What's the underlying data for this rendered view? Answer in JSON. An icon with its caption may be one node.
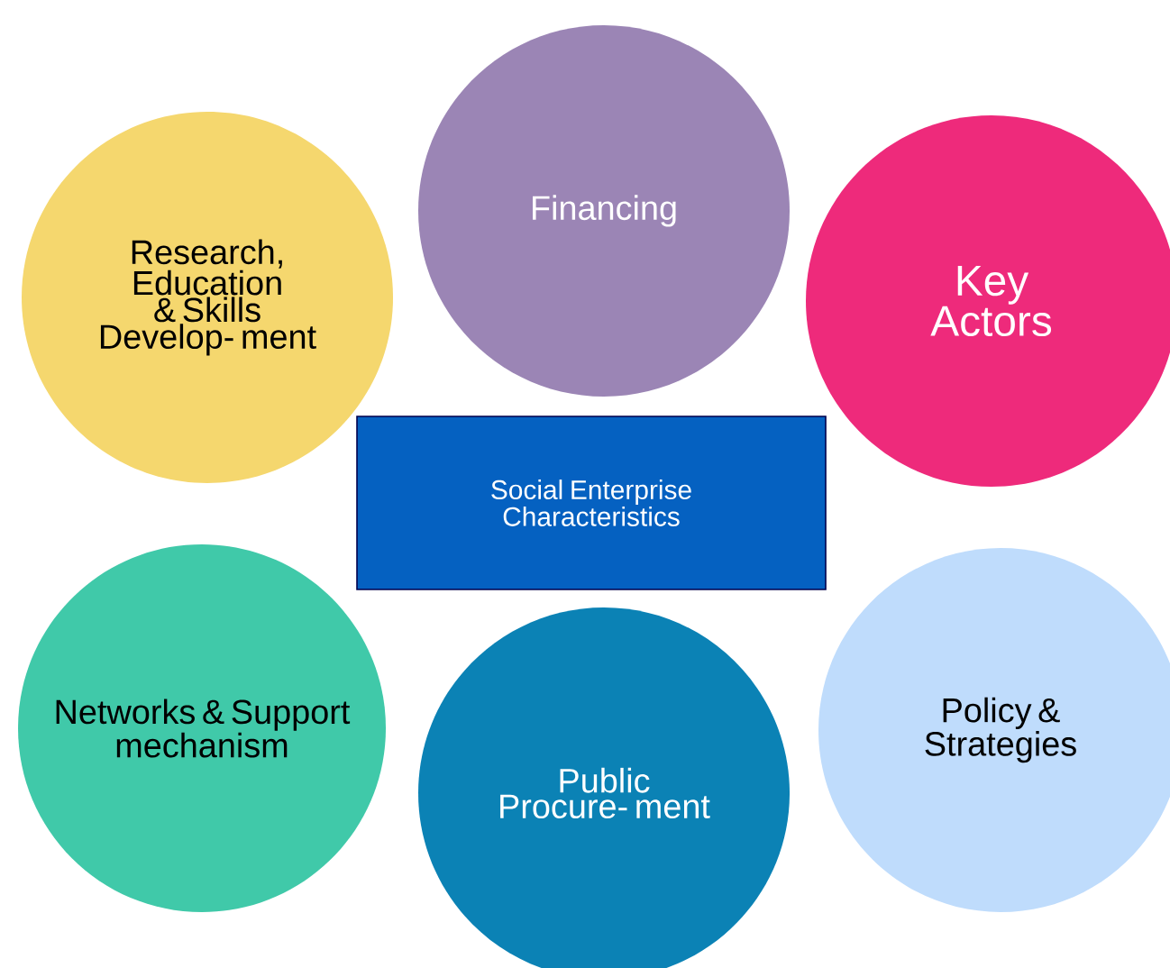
{
  "diagram": {
    "nodes": [
      {
        "text": [
          "Social Enterprise Characteristics"
        ]
      },
      {
        "text": [
          "Research, Education & Skills Develop- ment"
        ]
      },
      {
        "text": [
          "Financing"
        ]
      },
      {
        "text": [
          "Key Actors"
        ]
      },
      {
        "text": [
          "Networks & Support mechanism"
        ]
      },
      {
        "text": [
          "Public Procure- ment"
        ]
      },
      {
        "text": [
          "Policy & Strategies"
        ]
      }
    ]
  }
}
